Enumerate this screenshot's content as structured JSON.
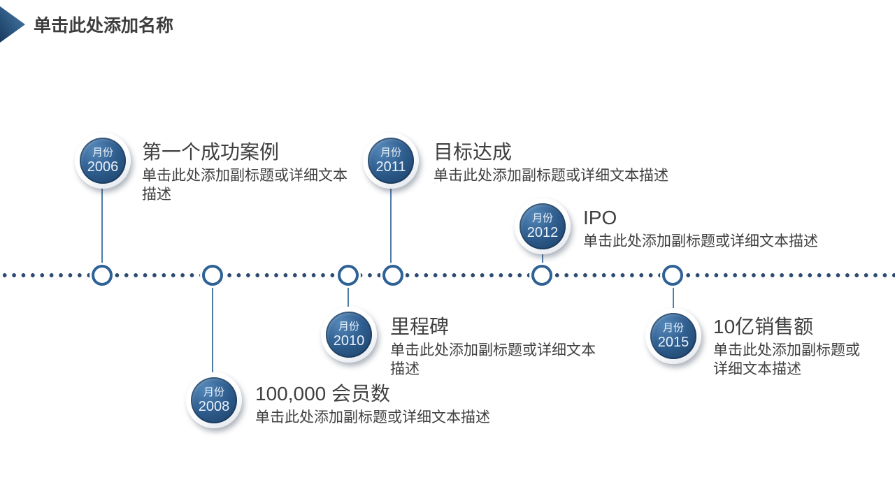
{
  "slide": {
    "title": "单击此处添加名称"
  },
  "timeline": {
    "events": [
      {
        "year": "2006",
        "badge_label": "月份",
        "title": "第一个成功案例",
        "description": "单击此处添加副标题或详细文本描述",
        "position": "above"
      },
      {
        "year": "2008",
        "badge_label": "月份",
        "title": "100,000 会员数",
        "description": "单击此处添加副标题或详细文本描述",
        "position": "below"
      },
      {
        "year": "2010",
        "badge_label": "月份",
        "title": "里程碑",
        "description": "单击此处添加副标题或详细文本描述",
        "position": "below"
      },
      {
        "year": "2011",
        "badge_label": "月份",
        "title": "目标达成",
        "description": "单击此处添加副标题或详细文本描述",
        "position": "above"
      },
      {
        "year": "2012",
        "badge_label": "月份",
        "title": "IPO",
        "description": "单击此处添加副标题或详细文本描述",
        "position": "above"
      },
      {
        "year": "2015",
        "badge_label": "月份",
        "title": "10亿销售额",
        "description": "单击此处添加副标题或详细文本描述",
        "position": "below"
      }
    ]
  },
  "colors": {
    "badge_blue": "#2E5D8E",
    "badge_blue_light": "#5588BA",
    "badge_blue_dark": "#1C3E63",
    "timeline_dot": "#2B4A6F",
    "node_stroke": "#2E6195",
    "connector": "#4E7CA8",
    "heading_text": "#3D3D3D",
    "body_text": "#414141",
    "arrow_gradient_dark": "#173A5E",
    "arrow_gradient_light": "#4A7DAD"
  }
}
